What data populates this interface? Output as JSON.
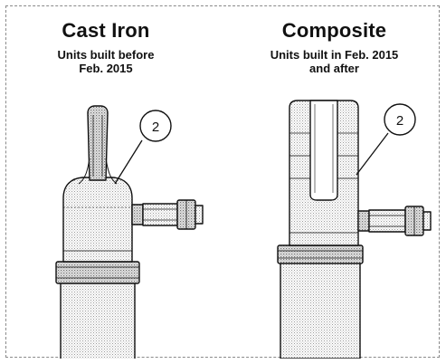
{
  "left": {
    "title": "Cast Iron",
    "subtitle_line1": "Units built before",
    "subtitle_line2": "Feb. 2015",
    "callout": "2"
  },
  "right": {
    "title": "Composite",
    "subtitle_line1": "Units built in Feb. 2015",
    "subtitle_line2": "and after",
    "callout": "2"
  }
}
